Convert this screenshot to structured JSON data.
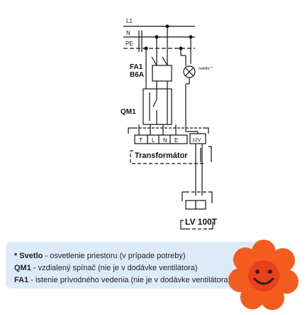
{
  "diagram": {
    "lines": {
      "l1": "L1",
      "n": "N",
      "pe": "PE"
    },
    "labels": {
      "fa1": "FA1",
      "b6a": "B6A",
      "qm1": "QM1",
      "svetlo": "svetlo *",
      "transformator": "Transformátor",
      "lv": "LV 100T"
    },
    "terminals": {
      "primary": [
        "T",
        "L",
        "N",
        "E"
      ],
      "secondary": "12V"
    }
  },
  "notes": [
    {
      "term": "* Svetlo",
      "text": " - osvetlenie priestoru (v prípade potreby)"
    },
    {
      "term": "QM1",
      "text": " - vzdialený spínač (nie je v dodávke ventilátora)"
    },
    {
      "term": "FA1",
      "text": " - istenie prívodného vedenia (nie je v dodávke ventilátora)"
    }
  ],
  "colors": {
    "wire": "#111111",
    "note_bg": "#dcebf7",
    "flower": "#f25c1e",
    "flower_center": "#e8401a"
  }
}
